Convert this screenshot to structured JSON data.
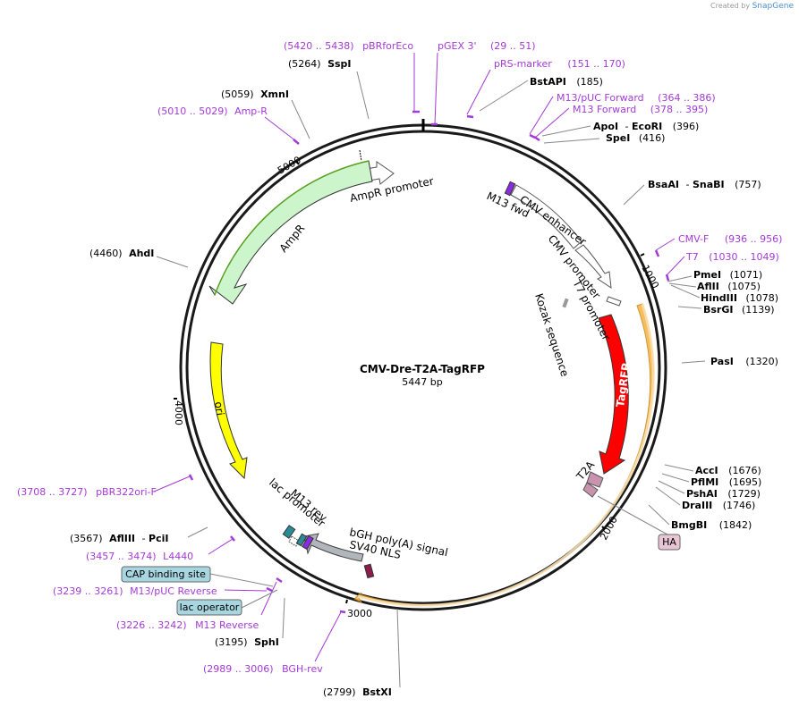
{
  "header": {
    "credit_prefix": "Created by",
    "credit_brand": "SnapGene"
  },
  "plasmid": {
    "name": "CMV-Dre-T2A-TagRFP",
    "length_label": "5447 bp"
  },
  "ticks": [
    "1000",
    "2000",
    "3000",
    "4000",
    "5000"
  ],
  "enzymes": {
    "sspi": {
      "pos": "(5264)",
      "name": "SspI"
    },
    "xmni": {
      "pos": "(5059)",
      "name": "XmnI"
    },
    "ahdi": {
      "pos": "(4460)",
      "name": "AhdI"
    },
    "bstapi": {
      "name": "BstAPI",
      "pos": "(185)"
    },
    "apoi": {
      "name": "ApoI",
      "sep": "-",
      "name2": "EcoRI",
      "pos": "(396)"
    },
    "spei": {
      "name": "SpeI",
      "pos": "(416)"
    },
    "bsaai": {
      "name": "BsaAI",
      "sep": "-",
      "name2": "SnaBI",
      "pos": "(757)"
    },
    "pmei": {
      "name": "PmeI",
      "pos": "(1071)"
    },
    "aflii": {
      "name": "AflII",
      "pos": "(1075)"
    },
    "hindiii": {
      "name": "HindIII",
      "pos": "(1078)"
    },
    "bsrgi": {
      "name": "BsrGI",
      "pos": "(1139)"
    },
    "pasi": {
      "name": "PasI",
      "pos": "(1320)"
    },
    "acci": {
      "name": "AccI",
      "pos": "(1676)"
    },
    "pfimi": {
      "name": "PflMI",
      "pos": "(1695)"
    },
    "pshai": {
      "name": "PshAI",
      "pos": "(1729)"
    },
    "draiii": {
      "name": "DraIII",
      "pos": "(1746)"
    },
    "bmgbi": {
      "name": "BmgBI",
      "pos": "(1842)"
    },
    "afliii": {
      "pos": "(3567)",
      "name": "AflIII",
      "sep": "-",
      "name2": "PciI"
    },
    "sphi": {
      "pos": "(3195)",
      "name": "SphI"
    },
    "bstxi": {
      "pos": "(2799)",
      "name": "BstXI"
    }
  },
  "primers": {
    "pbrforeco": {
      "range": "(5420 .. 5438)",
      "name": "pBRforEco"
    },
    "pgex3": {
      "name": "pGEX 3'",
      "range": "(29 .. 51)"
    },
    "prsmarker": {
      "name": "pRS-marker",
      "range": "(151 .. 170)"
    },
    "m13puc_fwd": {
      "name": "M13/pUC Forward",
      "range": "(364 .. 386)"
    },
    "m13_fwd": {
      "name": "M13 Forward",
      "range": "(378 .. 395)"
    },
    "ampr": {
      "range": "(5010 .. 5029)",
      "name": "Amp-R"
    },
    "cmvf": {
      "name": "CMV-F",
      "range": "(936 .. 956)"
    },
    "t7": {
      "name": "T7",
      "range": "(1030 .. 1049)"
    },
    "pbr322ori": {
      "range": "(3708 .. 3727)",
      "name": "pBR322ori-F"
    },
    "l4440": {
      "range": "(3457 .. 3474)",
      "name": "L4440"
    },
    "m13puc_rev": {
      "range": "(3239 .. 3261)",
      "name": "M13/pUC Reverse"
    },
    "m13_rev": {
      "range": "(3226 .. 3242)",
      "name": "M13 Reverse"
    },
    "bghrev": {
      "range": "(2989 .. 3006)",
      "name": "BGH-rev"
    }
  },
  "boxed": {
    "cap": "CAP binding site",
    "lacop": "lac operator",
    "ha": "HA"
  },
  "features": {
    "ampr_promoter": "AmpR promoter",
    "ampr": "AmpR",
    "ori": "ori",
    "m13fwd": "M13 fwd",
    "cmv_enhancer": "CMV enhancer",
    "cmv_promoter": "CMV promoter",
    "t7_promoter": "T7 promoter",
    "kozak": "Kozak sequence",
    "tagrfp": "TagRFP",
    "t2a": "T2A",
    "bgh": "bGH poly(A) signal",
    "sv40": "SV40 NLS",
    "m13rev": "M13 rev",
    "lac_promoter": "lac promoter"
  },
  "colors": {
    "backbone": "#1a1a1a",
    "primer": "#a43ad8",
    "ampr_fill": "#ccf5cc",
    "ampr_promoter_fill": "#ffffff",
    "ori_fill": "#ffff00",
    "tagrfp_fill": "#ff0000",
    "dre_orange": "#f5b342",
    "t2a_fill": "#c893ad",
    "bgh_fill": "#b1b5bc",
    "sv40_fill": "#8b1c4c",
    "cap_box": "#a8d6e0",
    "ha_box": "#e8c5d3"
  }
}
